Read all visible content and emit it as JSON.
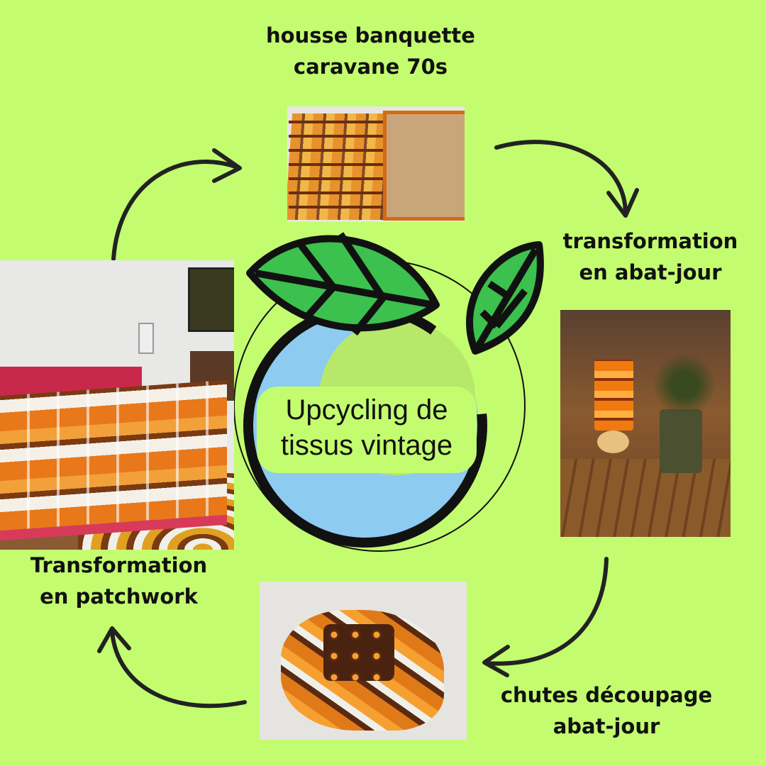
{
  "center": {
    "line1": "Upcycling de",
    "line2": "tissus vintage"
  },
  "steps": [
    {
      "line1": "housse banquette",
      "line2": "caravane 70s"
    },
    {
      "line1": "transformation",
      "line2": "en abat-jour"
    },
    {
      "line1": "chutes découpage",
      "line2": "abat-jour"
    },
    {
      "line1": "Transformation",
      "line2": "en patchwork"
    }
  ],
  "colors": {
    "background": "#c3fd6f",
    "arrow": "#222222",
    "leaf": "#3cc04e",
    "globe": "#8ecbf0"
  }
}
